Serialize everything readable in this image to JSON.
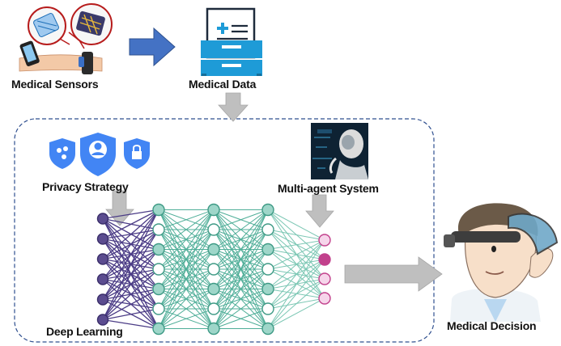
{
  "labels": {
    "sensors": "Medical Sensors",
    "data": "Medical Data",
    "privacy": "Privacy Strategy",
    "multiagent": "Multi-agent System",
    "deep_learning": "Deep Learning",
    "decision": "Medical Decision"
  },
  "network": {
    "layers": [
      6,
      7,
      7,
      7,
      4
    ],
    "highlighted_output_index": 1
  },
  "colors": {
    "block_arrow_blue": "#4472C4",
    "gray_arrow": "#BFBFBF",
    "dashed_border": "#2F4F8F",
    "input_node": "#5B4C8F",
    "hidden_node": "#9ED6C9",
    "hidden_node_stroke": "#3E9A85",
    "output_node": "#F6D5EA",
    "output_highlight": "#C2418C",
    "input_edges": "#4B3C86",
    "hidden_edges": "#4FAE98",
    "output_edges": "#7CC7B4",
    "google_blue": "#4285F4",
    "data_box_blue": "#1E9BD7"
  },
  "icons": [
    "armband-sensor-icon",
    "smartphone-icon",
    "data-cabinet-icon",
    "shield-icon",
    "user-shield-icon",
    "lock-shield-icon",
    "robot-icon",
    "doctor-headset-icon"
  ]
}
